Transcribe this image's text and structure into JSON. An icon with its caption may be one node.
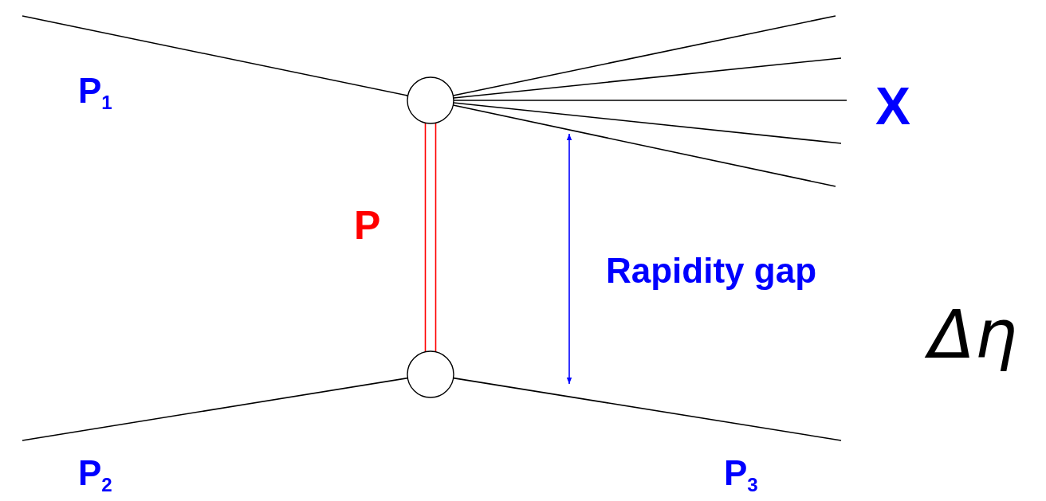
{
  "diagram": {
    "nodes": [
      {
        "text": [],
        "shape": "circle"
      },
      {
        "text": [],
        "shape": "circle"
      }
    ],
    "edges": [
      {
        "from": null,
        "to": 0,
        "arrow": "none"
      },
      {
        "from": null,
        "to": 1,
        "arrow": "none"
      },
      {
        "from": 1,
        "to": null,
        "arrow": "none"
      },
      {
        "from": 0,
        "to": null,
        "arrow": "none"
      },
      {
        "from": 0,
        "to": null,
        "arrow": "none"
      },
      {
        "from": 0,
        "to": null,
        "arrow": "none"
      },
      {
        "from": 0,
        "to": null,
        "arrow": "none"
      },
      {
        "from": 0,
        "to": null,
        "arrow": "none"
      },
      {
        "from": 0,
        "to": 1,
        "arrow": "none",
        "color": "#ff0000"
      }
    ],
    "labels": [
      "P$_{1}$",
      "X",
      "P",
      "Rapidity gap",
      "Δη",
      "P$_{2}$",
      "P$_{3}$"
    ]
  }
}
